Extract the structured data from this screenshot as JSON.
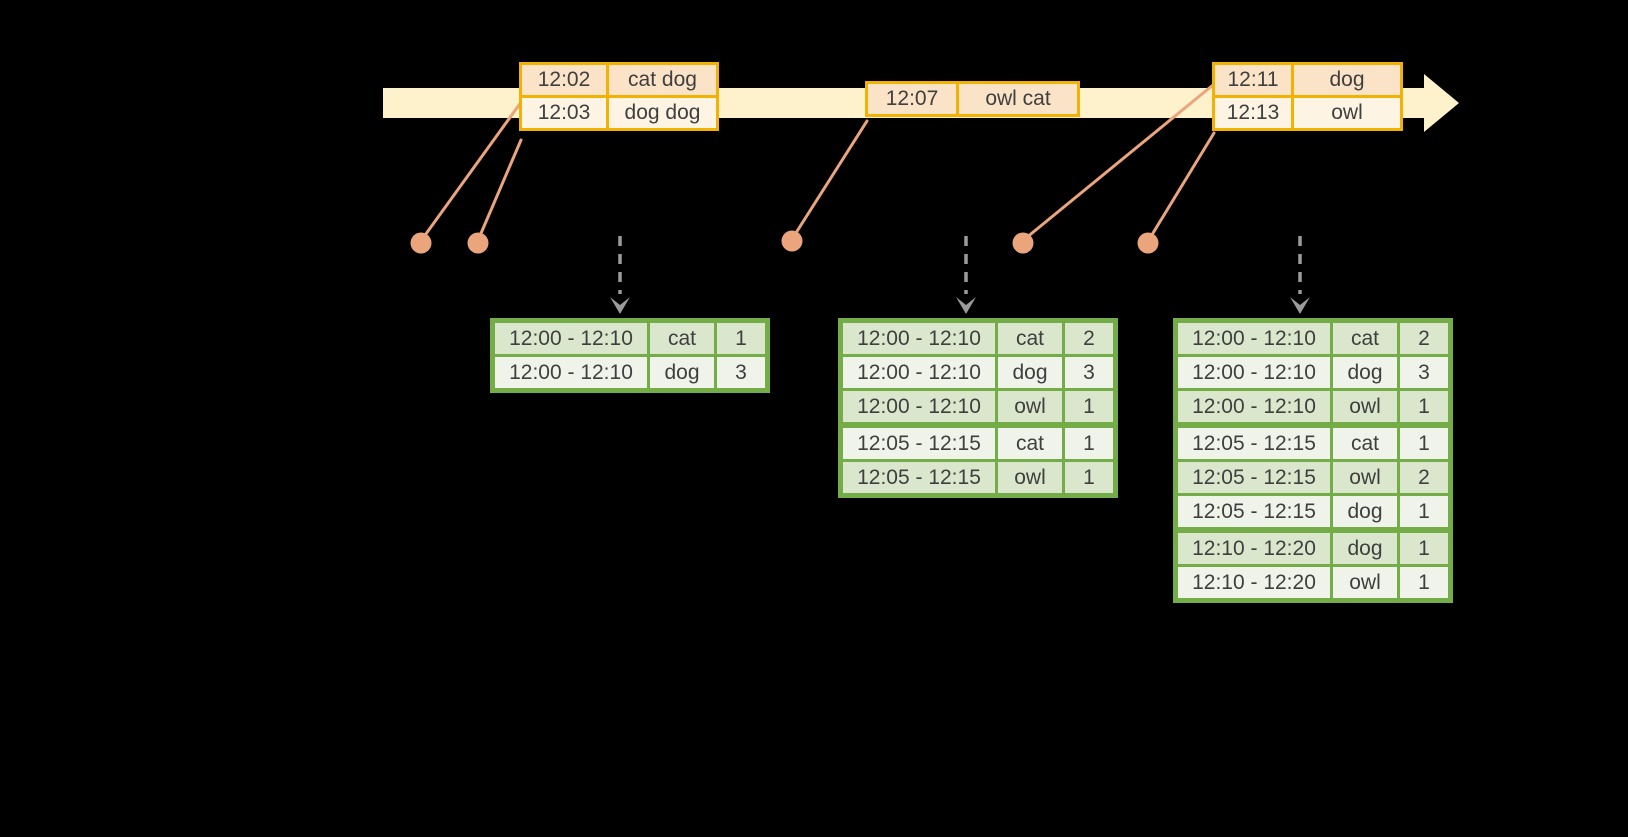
{
  "colors": {
    "background": "#000000",
    "timeline_band": "#fdf2cc",
    "event_border": "#f2b203",
    "event_row_dark": "#fae3c6",
    "event_row_light": "#fdf4e3",
    "connector": "#eba57d",
    "result_border": "#74ac48",
    "result_row_dark": "#dbe7cd",
    "result_row_light": "#eff3ea",
    "text": "#3f3f3f",
    "trigger_arrow": "#9b9b9b"
  },
  "timeline": {
    "event_tables": [
      {
        "rows": [
          {
            "time": "12:02",
            "words": "cat dog"
          },
          {
            "time": "12:03",
            "words": "dog dog"
          }
        ]
      },
      {
        "rows": [
          {
            "time": "12:07",
            "words": "owl cat"
          }
        ]
      },
      {
        "rows": [
          {
            "time": "12:11",
            "words": "dog"
          },
          {
            "time": "12:13",
            "words": "owl"
          }
        ]
      }
    ]
  },
  "result_tables": [
    {
      "rows": [
        {
          "window": "12:00 - 12:10",
          "word": "cat",
          "count": "1"
        },
        {
          "window": "12:00 - 12:10",
          "word": "dog",
          "count": "3"
        }
      ]
    },
    {
      "rows": [
        {
          "window": "12:00 - 12:10",
          "word": "cat",
          "count": "2"
        },
        {
          "window": "12:00 - 12:10",
          "word": "dog",
          "count": "3"
        },
        {
          "window": "12:00 - 12:10",
          "word": "owl",
          "count": "1"
        },
        {
          "window": "12:05 - 12:15",
          "word": "cat",
          "count": "1"
        },
        {
          "window": "12:05 - 12:15",
          "word": "owl",
          "count": "1"
        }
      ]
    },
    {
      "rows": [
        {
          "window": "12:00 - 12:10",
          "word": "cat",
          "count": "2"
        },
        {
          "window": "12:00 - 12:10",
          "word": "dog",
          "count": "3"
        },
        {
          "window": "12:00 - 12:10",
          "word": "owl",
          "count": "1"
        },
        {
          "window": "12:05 - 12:15",
          "word": "cat",
          "count": "1"
        },
        {
          "window": "12:05 - 12:15",
          "word": "owl",
          "count": "2"
        },
        {
          "window": "12:05 - 12:15",
          "word": "dog",
          "count": "1"
        },
        {
          "window": "12:10 - 12:20",
          "word": "dog",
          "count": "1"
        },
        {
          "window": "12:10 - 12:20",
          "word": "owl",
          "count": "1"
        }
      ]
    }
  ]
}
